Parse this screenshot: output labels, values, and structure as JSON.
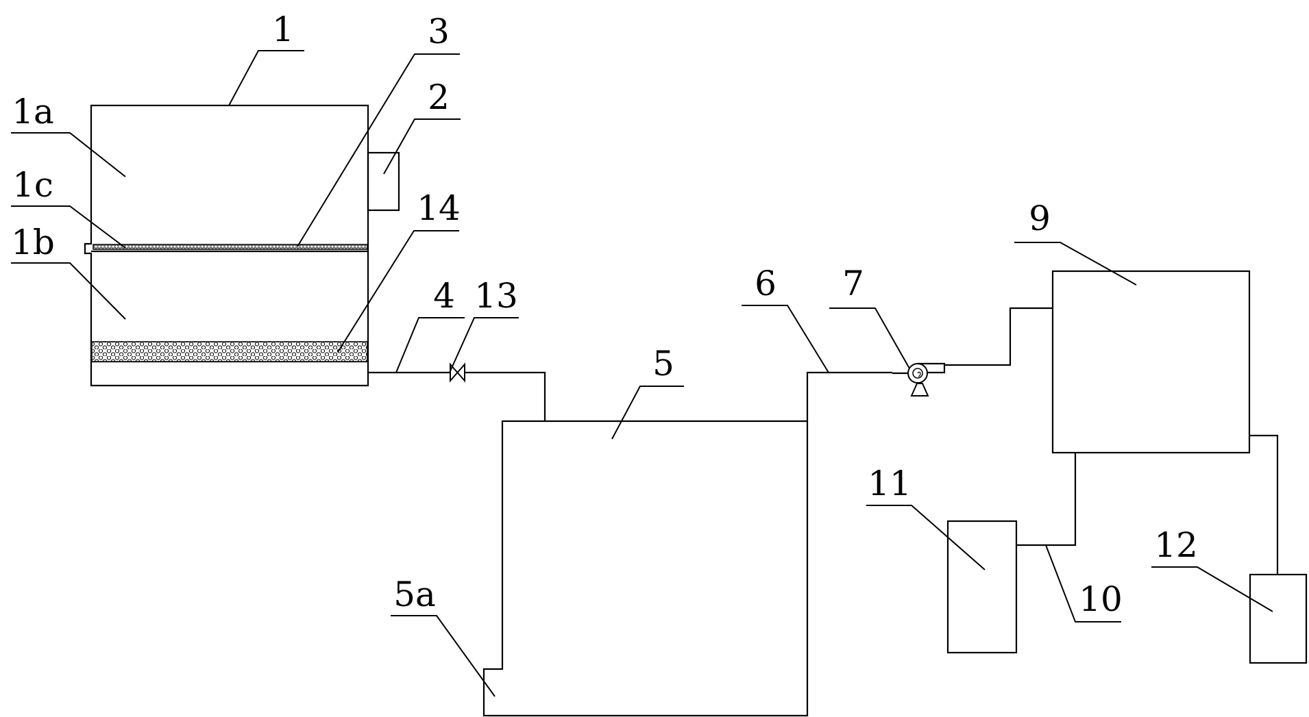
{
  "labels": {
    "1": "1",
    "1a": "1a",
    "1b": "1b",
    "1c": "1c",
    "2": "2",
    "3": "3",
    "4": "4",
    "5": "5",
    "5a": "5a",
    "6": "6",
    "7": "7",
    "9": "9",
    "10": "10",
    "11": "11",
    "12": "12",
    "13": "13",
    "14": "14"
  }
}
